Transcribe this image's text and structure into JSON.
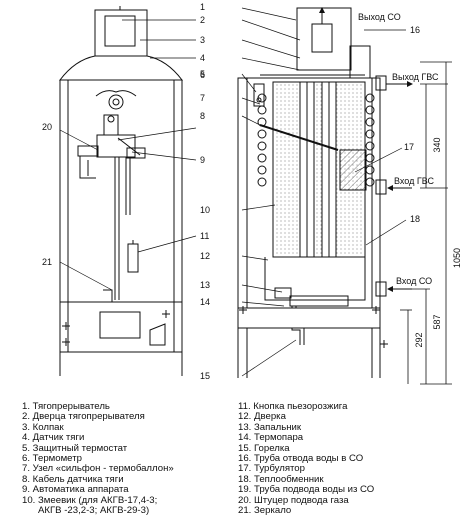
{
  "callouts": {
    "n1": "1",
    "n2": "2",
    "n3": "3",
    "n4": "4",
    "n5": "5",
    "n6": "6",
    "n7": "7",
    "n8": "8",
    "n9": "9",
    "n10": "10",
    "n11": "11",
    "n12": "12",
    "n13": "13",
    "n14": "14",
    "n15": "15",
    "n16": "16",
    "n17": "17",
    "n18": "18",
    "n20": "20",
    "n21": "21"
  },
  "flow_labels": {
    "co_out": "Выход СО",
    "gvs_out": "Выход ГВС",
    "gvs_in": "Вход ГВС",
    "co_in": "Вход СО"
  },
  "dimensions": {
    "d340": "340",
    "d1050": "1050",
    "d587": "587",
    "d292": "292"
  },
  "legend_left": [
    "1. Тягопрерыватель",
    "2. Дверца тягопрерывателя",
    "3. Колпак",
    "4. Датчик тяги",
    "5. Защитный термостат",
    "6. Термометр",
    "7. Узел «сильфон - термобаллон»",
    "8. Кабель датчика тяги",
    "9. Автоматика аппарата",
    "10. Змеевик (для АКГВ-17,4-3;",
    "      АКГВ -23,2-3; АКГВ-29-3)"
  ],
  "legend_right": [
    "11. Кнопка пьезорозжига",
    "12. Дверка",
    "13. Запальник",
    "14. Термопара",
    "15. Горелка",
    "16. Труба отвода воды в СО",
    "17. Турбулятор",
    "18. Теплообменник",
    "19. Труба подвода воды из СО",
    "20. Штуцер подвода газа",
    "21. Зеркало"
  ]
}
